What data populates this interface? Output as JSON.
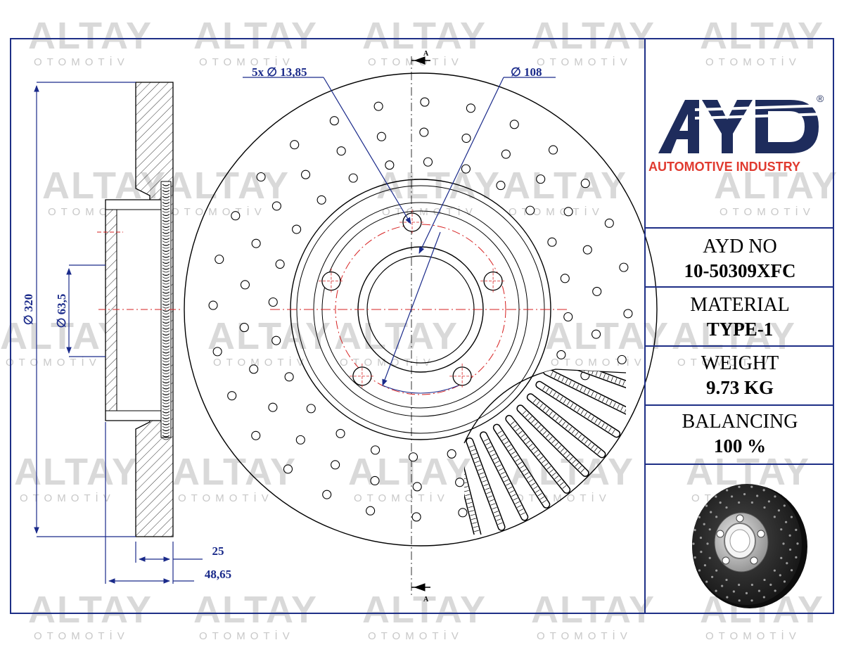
{
  "watermark": {
    "word": "ALTAY",
    "sub": "OTOMOTİV"
  },
  "logo": {
    "brand": "AYD",
    "registered": "®",
    "tagline": "AUTOMOTIVE INDUSTRY"
  },
  "specs": [
    {
      "label": "AYD NO",
      "value": "10-50309XFC"
    },
    {
      "label": "MATERIAL",
      "value": "TYPE-1"
    },
    {
      "label": "WEIGHT",
      "value": "9.73 KG"
    },
    {
      "label": "BALANCING",
      "value": "100 %"
    }
  ],
  "dimensions": {
    "bolt_holes": "5x ∅ 13,85",
    "pcd": "∅ 108",
    "outer_diameter": "∅ 320",
    "center_bore": "∅ 63,5",
    "thickness": "25",
    "height": "48,65",
    "section_label": "A"
  },
  "colors": {
    "frame": "#1e2f86",
    "dimension": "#1a2a8a",
    "brand_navy": "#1e2c5c",
    "brand_red": "#e03a2f",
    "centerline": "#d62020"
  }
}
